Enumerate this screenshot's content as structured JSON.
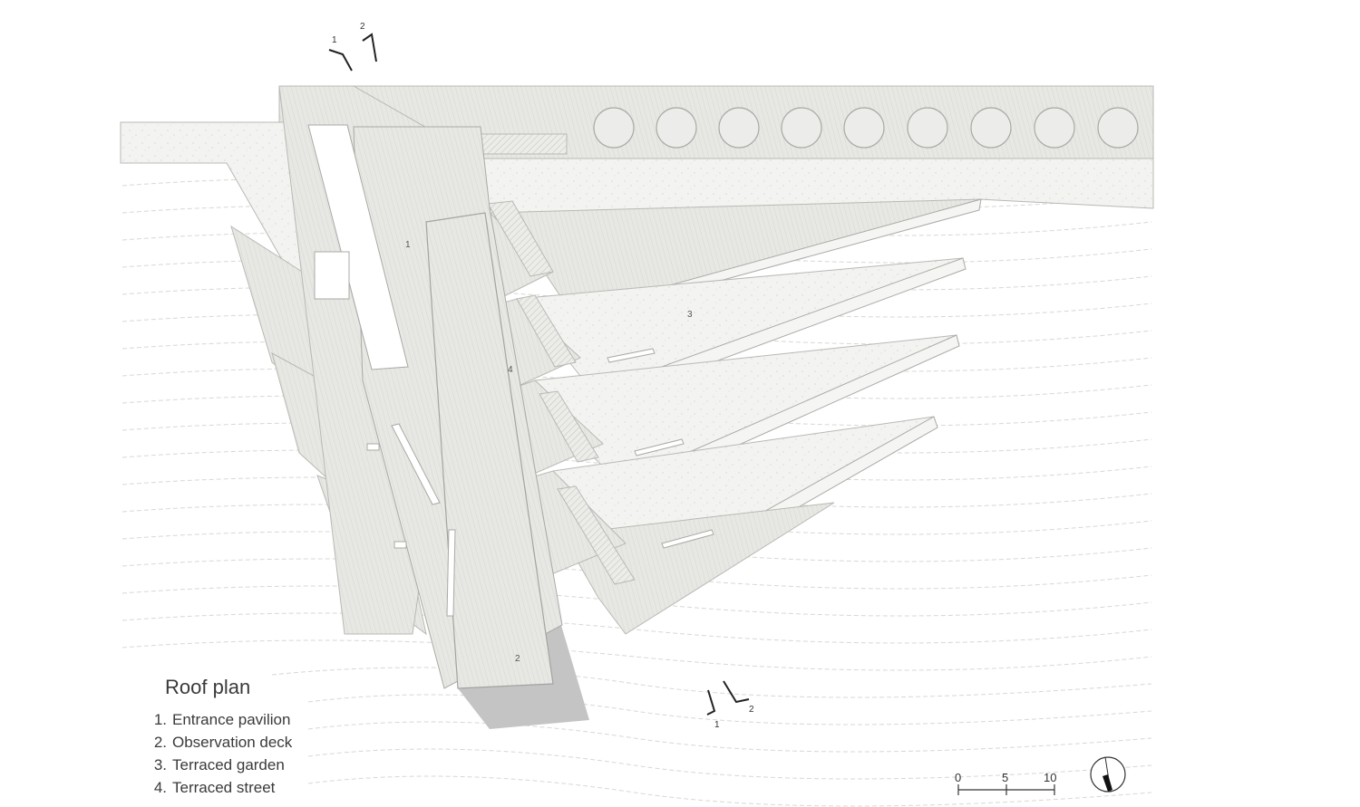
{
  "legend": {
    "title": "Roof plan",
    "items": [
      {
        "num": "1.",
        "text": "Entrance pavilion"
      },
      {
        "num": "2.",
        "text": "Observation deck"
      },
      {
        "num": "3.",
        "text": "Terraced garden"
      },
      {
        "num": "4.",
        "text": "Terraced street"
      }
    ]
  },
  "plan_labels": {
    "entrance": "1",
    "observation": "2",
    "garden": "3",
    "street": "4"
  },
  "section_marks": {
    "a": "1",
    "b": "2"
  },
  "scale_bar": {
    "labels": [
      "0",
      "5",
      "10"
    ]
  },
  "colors": {
    "roof_fill": "#e6e6e2",
    "shadow": "#c2c2c2",
    "line": "#b8b8b4",
    "ink": "#333333"
  }
}
